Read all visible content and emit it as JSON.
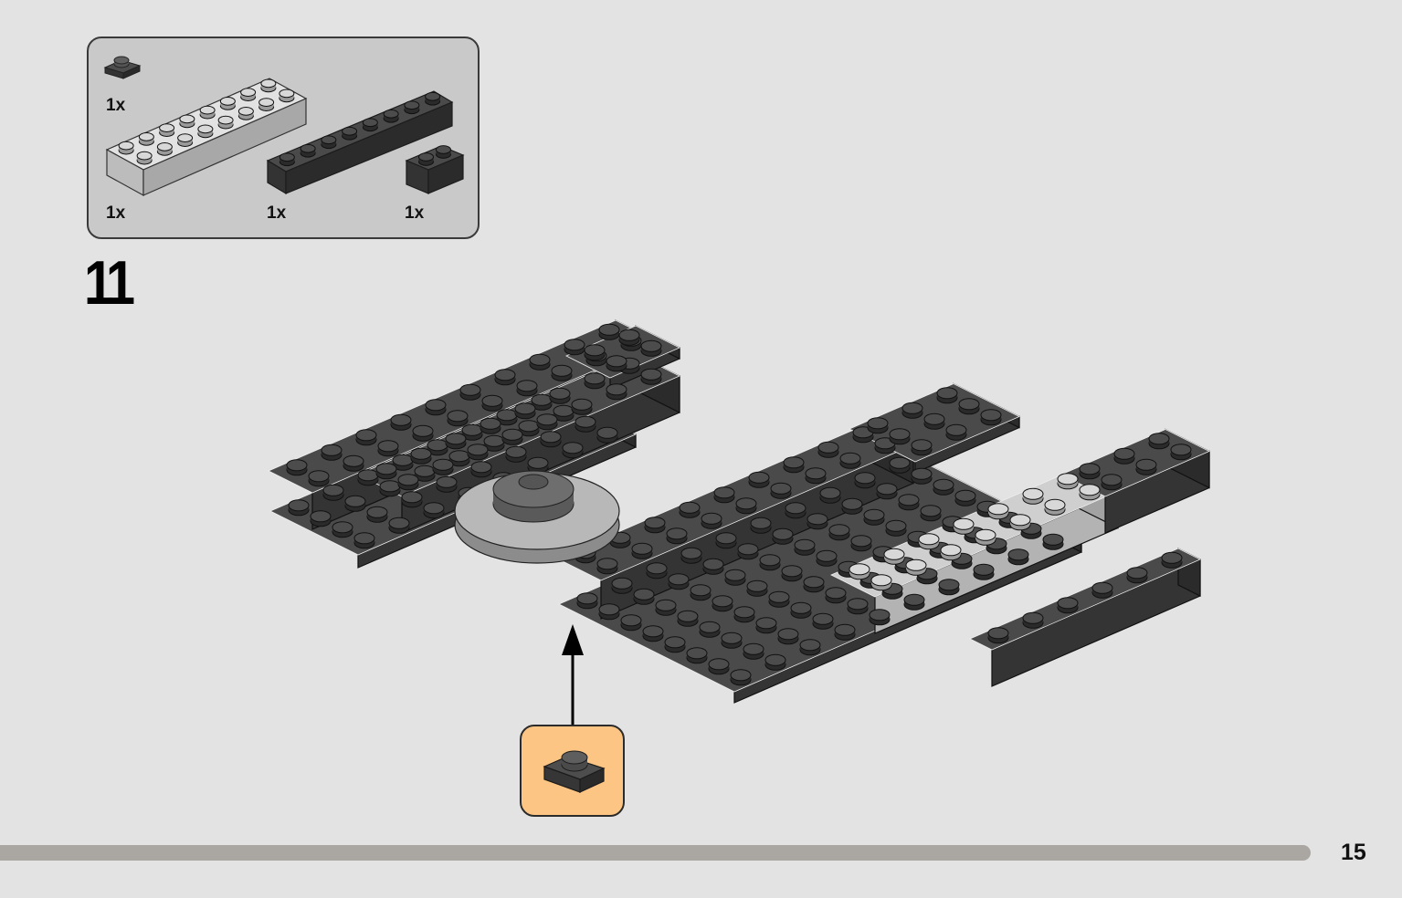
{
  "instruction_page": {
    "step_number": "11",
    "page_number": "15",
    "parts_list": [
      {
        "quantity": "1x",
        "part": "plate-1x1-dark"
      },
      {
        "quantity": "1x",
        "part": "brick-2x8-light"
      },
      {
        "quantity": "1x",
        "part": "plate-1x8-dark"
      },
      {
        "quantity": "1x",
        "part": "brick-1x2-dark"
      }
    ],
    "callout_part": "plate-1x1-dark",
    "colors": {
      "background": "#e3e3e3",
      "parts_box": "#c9c9c9",
      "callout": "#fdc583",
      "dark_brick": "#3f3f3f",
      "light_brick": "#bdbdbd",
      "progress_bar": "#aaa6a2"
    }
  }
}
